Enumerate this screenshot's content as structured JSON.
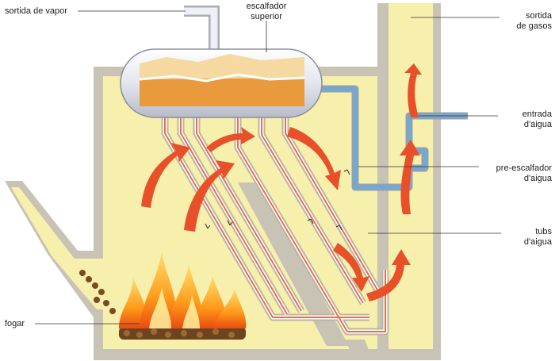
{
  "labels": {
    "steam_outlet": "sortida de vapor",
    "upper_drum_1": "escalfador",
    "upper_drum_2": "superior",
    "gas_outlet_1": "sortida",
    "gas_outlet_2": "de gasos",
    "water_inlet_1": "entrada",
    "water_inlet_2": "d'aigua",
    "preheater_1": "pre-escalfador",
    "preheater_2": "d'aigua",
    "tubes_1": "tubs",
    "tubes_2": "d'aigua",
    "firebox": "fogar"
  },
  "colors": {
    "chamber": "#f7efac",
    "wall": "#c8c3b4",
    "tube": "#e6704a",
    "flow_arrow": "#e8502a",
    "preheater_pipe": "#6fa9d6",
    "drum_fill": "#f0b060"
  }
}
